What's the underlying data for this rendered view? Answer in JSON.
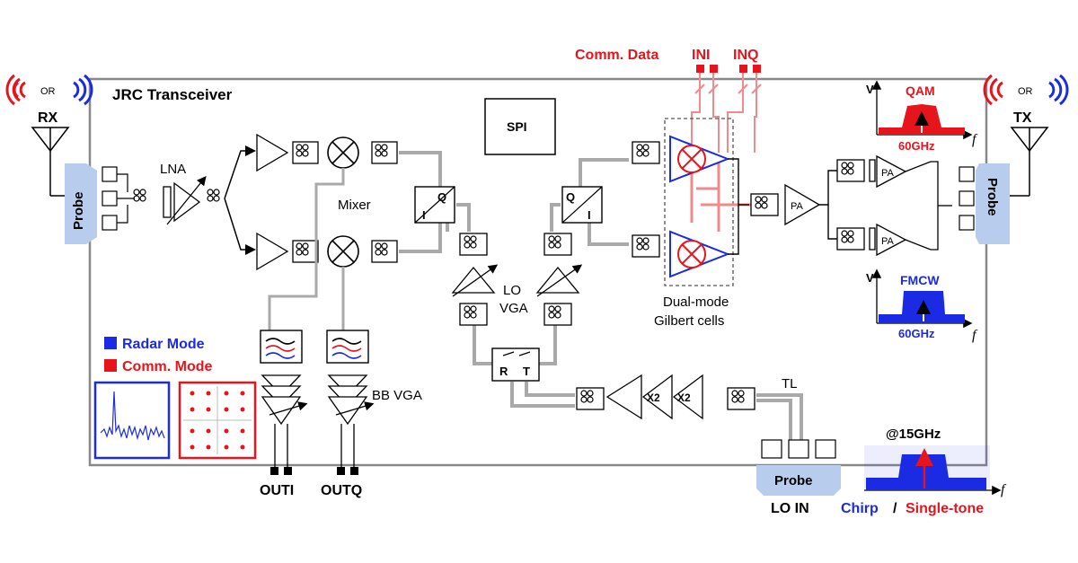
{
  "title": "JRC Transceiver",
  "labels": {
    "rx": "RX",
    "tx": "TX",
    "or": "OR",
    "probe": "Probe",
    "lna": "LNA",
    "mixer": "Mixer",
    "spi": "SPI",
    "q": "Q",
    "i": "I",
    "lo": "LO",
    "vga": "VGA",
    "r": "R",
    "t": "T",
    "x2": "X2",
    "tl": "TL",
    "pa": "PA",
    "bb_vga": "BB VGA",
    "outi": "OUTI",
    "outq": "OUTQ",
    "lo_in": "LO IN",
    "dual_mode_1": "Dual-mode",
    "dual_mode_2": "Gilbert cells",
    "comm_data": "Comm. Data",
    "ini": "INI",
    "inq": "INQ",
    "radar_mode": "Radar Mode",
    "comm_mode": "Comm. Mode",
    "qam": "QAM",
    "fmcw": "FMCW",
    "freq_60": "60GHz",
    "at_15": "@15GHz",
    "chirp": "Chirp",
    "slash": "/",
    "single_tone": "Single-tone",
    "v": "V",
    "f": "f"
  },
  "colors": {
    "red": "#e8141b",
    "blue": "#1b2be3",
    "probe": "#b8ccee",
    "line": "#a9a9a9"
  }
}
